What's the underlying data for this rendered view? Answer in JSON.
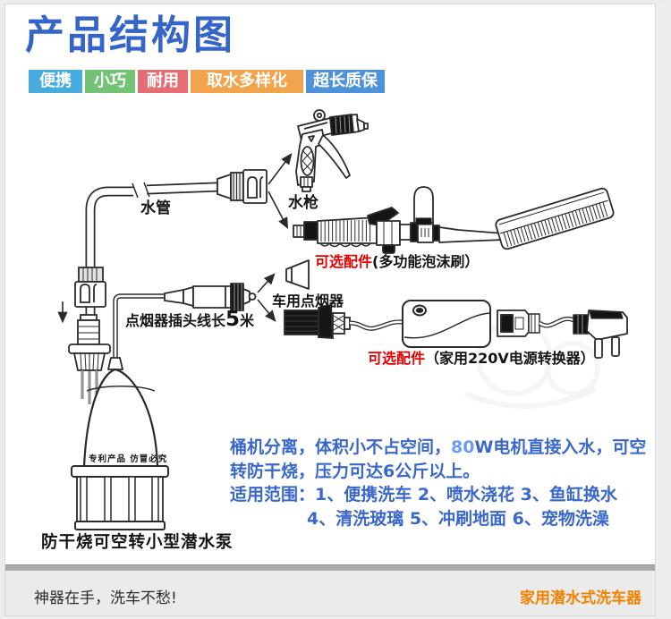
{
  "header": {
    "title": "产品结构图",
    "badges": [
      {
        "label": "便携",
        "color": "#48acde"
      },
      {
        "label": "小巧",
        "color": "#74c274"
      },
      {
        "label": "耐用",
        "color": "#e56e76"
      },
      {
        "label": "取水多样化",
        "color": "#f2a44c"
      },
      {
        "label": "超长质保",
        "color": "#4e93d9"
      }
    ]
  },
  "diagram": {
    "hose_label": "水管",
    "gun_label": "水枪",
    "foam_optional_prefix": "可选配件",
    "foam_optional_name": "(多功能泡沫刷）",
    "car_lighter_label": "车用点烟器",
    "cord_label_prefix": "点烟器插头线长",
    "cord_length_value": "5",
    "cord_length_unit": "米",
    "adapter_optional_prefix": "可选配件",
    "adapter_optional_name": "（家用220V电源转换器）",
    "pump_patent_text": "专利产品 仿冒必究",
    "pump_label": "防干烧可空转小型潜水泵"
  },
  "description": {
    "line1_before": "桶机分离，体积小不占空间，",
    "line1_highlight": "80",
    "line1_after": "W电机直接入水，可空",
    "line2": "转防干烧，压力可达6公斤以上。",
    "line3": "适用范围：1、便携洗车 2、喷水浇花 3、鱼缸换水",
    "line4": "4、清洗玻璃 5、冲刷地面 6、宠物洗澡"
  },
  "footer": {
    "slogan": "神器在手，洗车不愁!",
    "product_name": "家用潜水式洗车器"
  },
  "colors": {
    "title_blue": "#3565c8",
    "optional_red": "#e60000",
    "description_blue": "#3a67cb",
    "highlight_blue": "#6e9bf2",
    "footer_orange": "#f08200",
    "line_art": "#2b2b2b"
  }
}
